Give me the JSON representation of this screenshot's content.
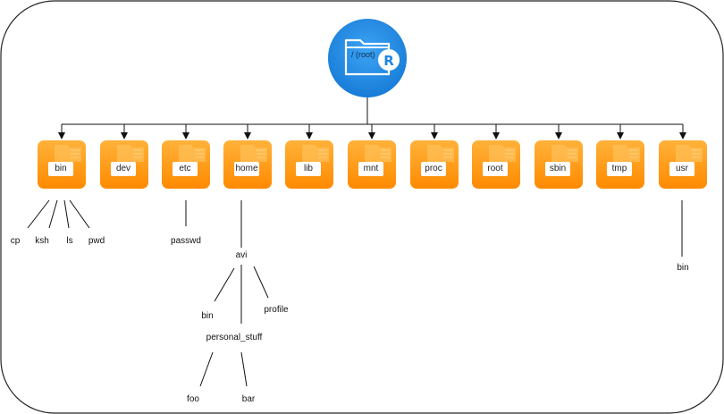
{
  "root": {
    "label": "/ (root)",
    "badge": "R"
  },
  "directories": [
    "bin",
    "dev",
    "etc",
    "home",
    "lib",
    "mnt",
    "proc",
    "root",
    "sbin",
    "tmp",
    "usr"
  ],
  "bin_children": [
    "cp",
    "ksh",
    "ls",
    "pwd"
  ],
  "etc_children": [
    "passwd"
  ],
  "home_children": [
    "avi"
  ],
  "avi_children": [
    "bin",
    "personal_stuff",
    "profile"
  ],
  "personal_stuff_children": [
    "foo",
    "bar"
  ],
  "usr_children": [
    "bin"
  ],
  "colors": {
    "folder": "#ff9a1f",
    "folder_dark": "#f07c00",
    "root_blue": "#1e86e0",
    "line": "#111111"
  }
}
